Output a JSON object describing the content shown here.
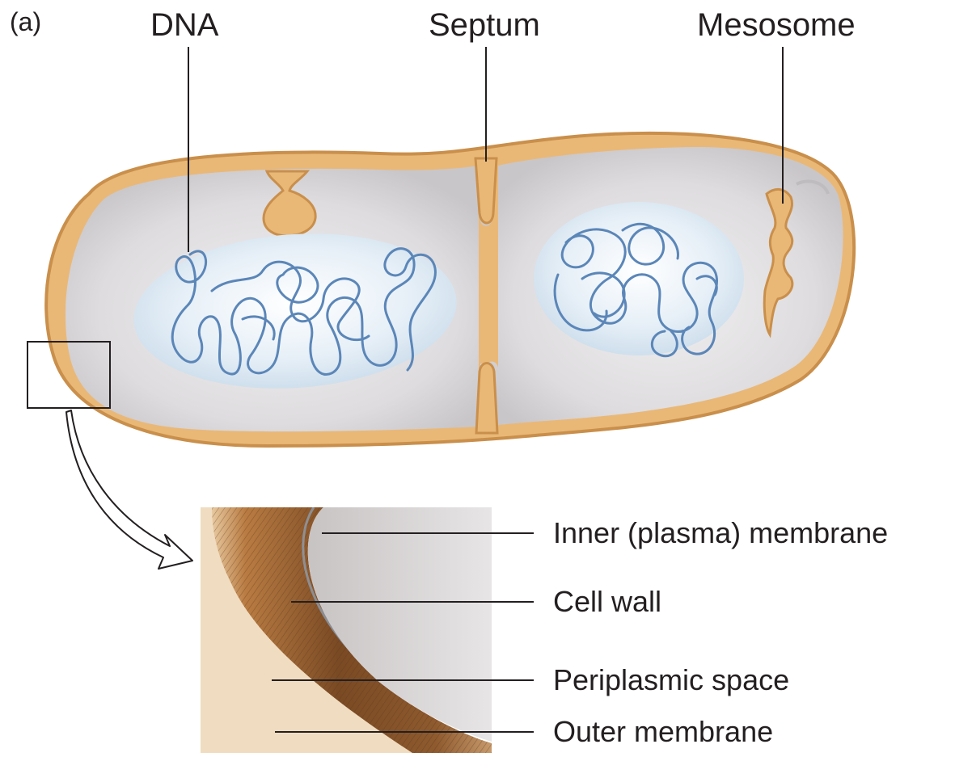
{
  "panel_label": "(a)",
  "top_labels": {
    "dna": "DNA",
    "septum": "Septum",
    "mesosome": "Mesosome"
  },
  "detail_labels": {
    "inner_membrane": "Inner (plasma) membrane",
    "cell_wall": "Cell wall",
    "periplasmic_space": "Periplasmic space",
    "outer_membrane": "Outer membrane"
  },
  "colors": {
    "envelope": "#e9b877",
    "envelope_edge": "#c98f4b",
    "cytoplasm": "#dcdadc",
    "nucleoid": "#dde9f3",
    "dna_strand": "#5b86b8",
    "wall_brown": "#7a4a24",
    "leader_line": "#231f20"
  }
}
